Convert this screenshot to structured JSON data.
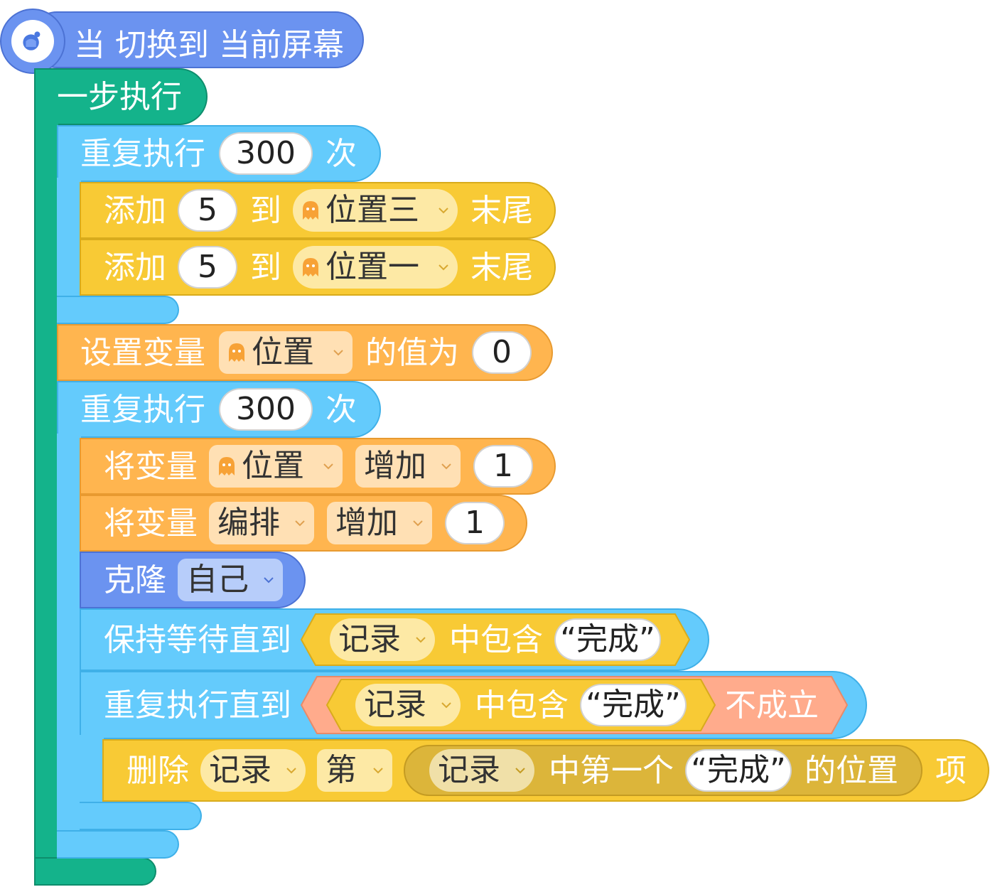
{
  "hat": {
    "label": "当 切换到 当前屏幕",
    "icon": "broadcast-globe-icon"
  },
  "step": {
    "label": "一步执行"
  },
  "repeat1": {
    "prefix": "重复执行",
    "count": "300",
    "suffix": "次"
  },
  "add1": {
    "prefix": "添加",
    "value": "5",
    "to": "到",
    "list": "位置三",
    "suffix": "末尾"
  },
  "add2": {
    "prefix": "添加",
    "value": "5",
    "to": "到",
    "list": "位置一",
    "suffix": "末尾"
  },
  "setvar": {
    "prefix": "设置变量",
    "var": "位置",
    "mid": "的值为",
    "value": "0"
  },
  "repeat2": {
    "prefix": "重复执行",
    "count": "300",
    "suffix": "次"
  },
  "change1": {
    "prefix": "将变量",
    "var": "位置",
    "op": "增加",
    "value": "1"
  },
  "change2": {
    "prefix": "将变量",
    "var": "编排",
    "op": "增加",
    "value": "1"
  },
  "clone": {
    "prefix": "克隆",
    "target": "自己"
  },
  "waituntil": {
    "prefix": "保持等待直到",
    "list": "记录",
    "mid": "中包含",
    "value": "“完成”"
  },
  "repeatuntil": {
    "prefix": "重复执行直到",
    "list": "记录",
    "mid": "中包含",
    "value": "“完成”",
    "suffix": "不成立"
  },
  "delete": {
    "prefix": "删除",
    "list": "记录",
    "nth": "第",
    "inner_list": "记录",
    "inner_mid": "中第一个",
    "inner_value": "“完成”",
    "inner_suffix": "的位置",
    "suffix": "项"
  },
  "colors": {
    "event": "#6b93f0",
    "control_dark": "#14b38b",
    "control": "#64cbfc",
    "list": "#f8ca35",
    "variable": "#ffb54f",
    "clone": "#6b93f0",
    "not": "#ffab8c"
  }
}
